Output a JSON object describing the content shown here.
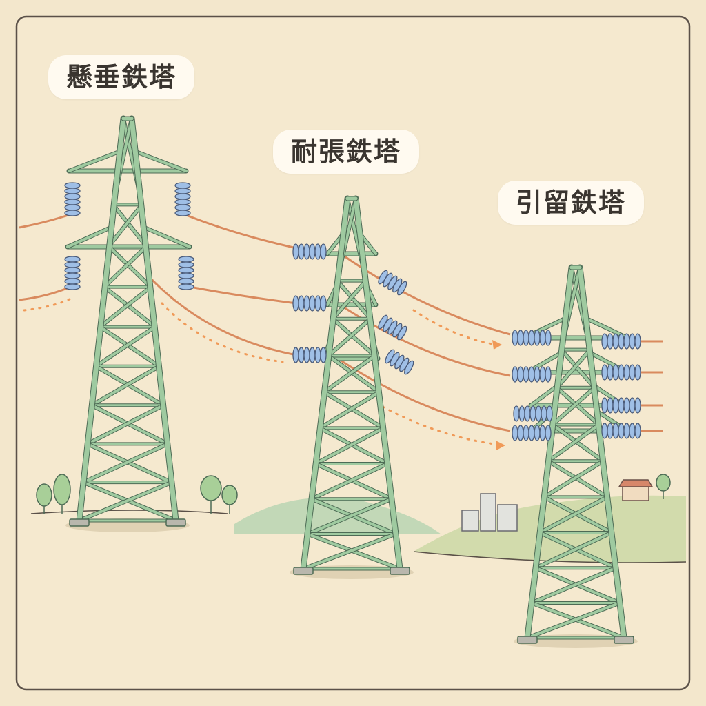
{
  "labels": {
    "suspension_tower": "懸垂鉄塔",
    "tension_tower": "耐張鉄塔",
    "dead_end_tower": "引留鉄塔"
  },
  "colors": {
    "background": "#f3e7cc",
    "tower": "#9fcaa0",
    "tower_outline": "#4d6b55",
    "wire": "#d98a5e",
    "arrow": "#f09a58",
    "insulator": "#9fbfe6"
  }
}
